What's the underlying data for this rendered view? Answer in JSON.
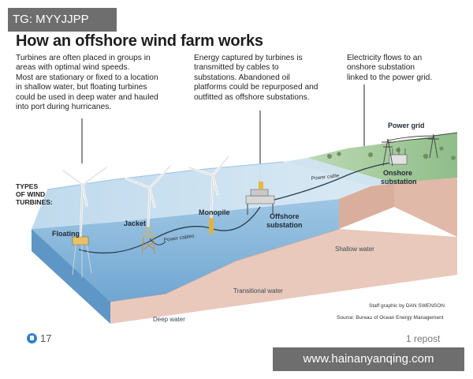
{
  "watermark_tag": "TG: MYYJJPP",
  "title": "How an offshore wind farm works",
  "captions": {
    "left": "Turbines are often placed in groups in\nareas with optimal wind speeds.\nMost are stationary or fixed to a location\nin shallow water, but floating turbines\ncould be used in deep water and hauled\ninto port during hurricanes.",
    "middle": "Energy captured by turbines is\ntransmitted by cables to\nsubstations. Abandoned oil\nplatforms could be repurposed and\noutfitted as offshore substations.",
    "right": "Electricity flows to an\nonshore substation\nlinked to the power grid."
  },
  "types_label": "TYPES\nOF WIND\nTURBINES:",
  "labels": {
    "floating": "Floating",
    "jacket": "Jacket",
    "monopile": "Monopile",
    "offshore_1": "Offshore",
    "offshore_2": "substation",
    "onshore_1": "Onshore",
    "onshore_2": "substation",
    "power_grid": "Power grid",
    "power_cable_sea": "Power cables",
    "power_cable_land": "Power cable",
    "shallow_water": "Shallow water",
    "transitional_water": "Transitional water",
    "deep_water": "Deep water"
  },
  "credits": {
    "staff": "Staff graphic by DAN SWENSON",
    "source": "Source: Bureau of Ocean Energy Management"
  },
  "footer": {
    "likes": "17",
    "reposts": "1 repost"
  },
  "watermark_site": "www.hainanyanqing.com"
}
